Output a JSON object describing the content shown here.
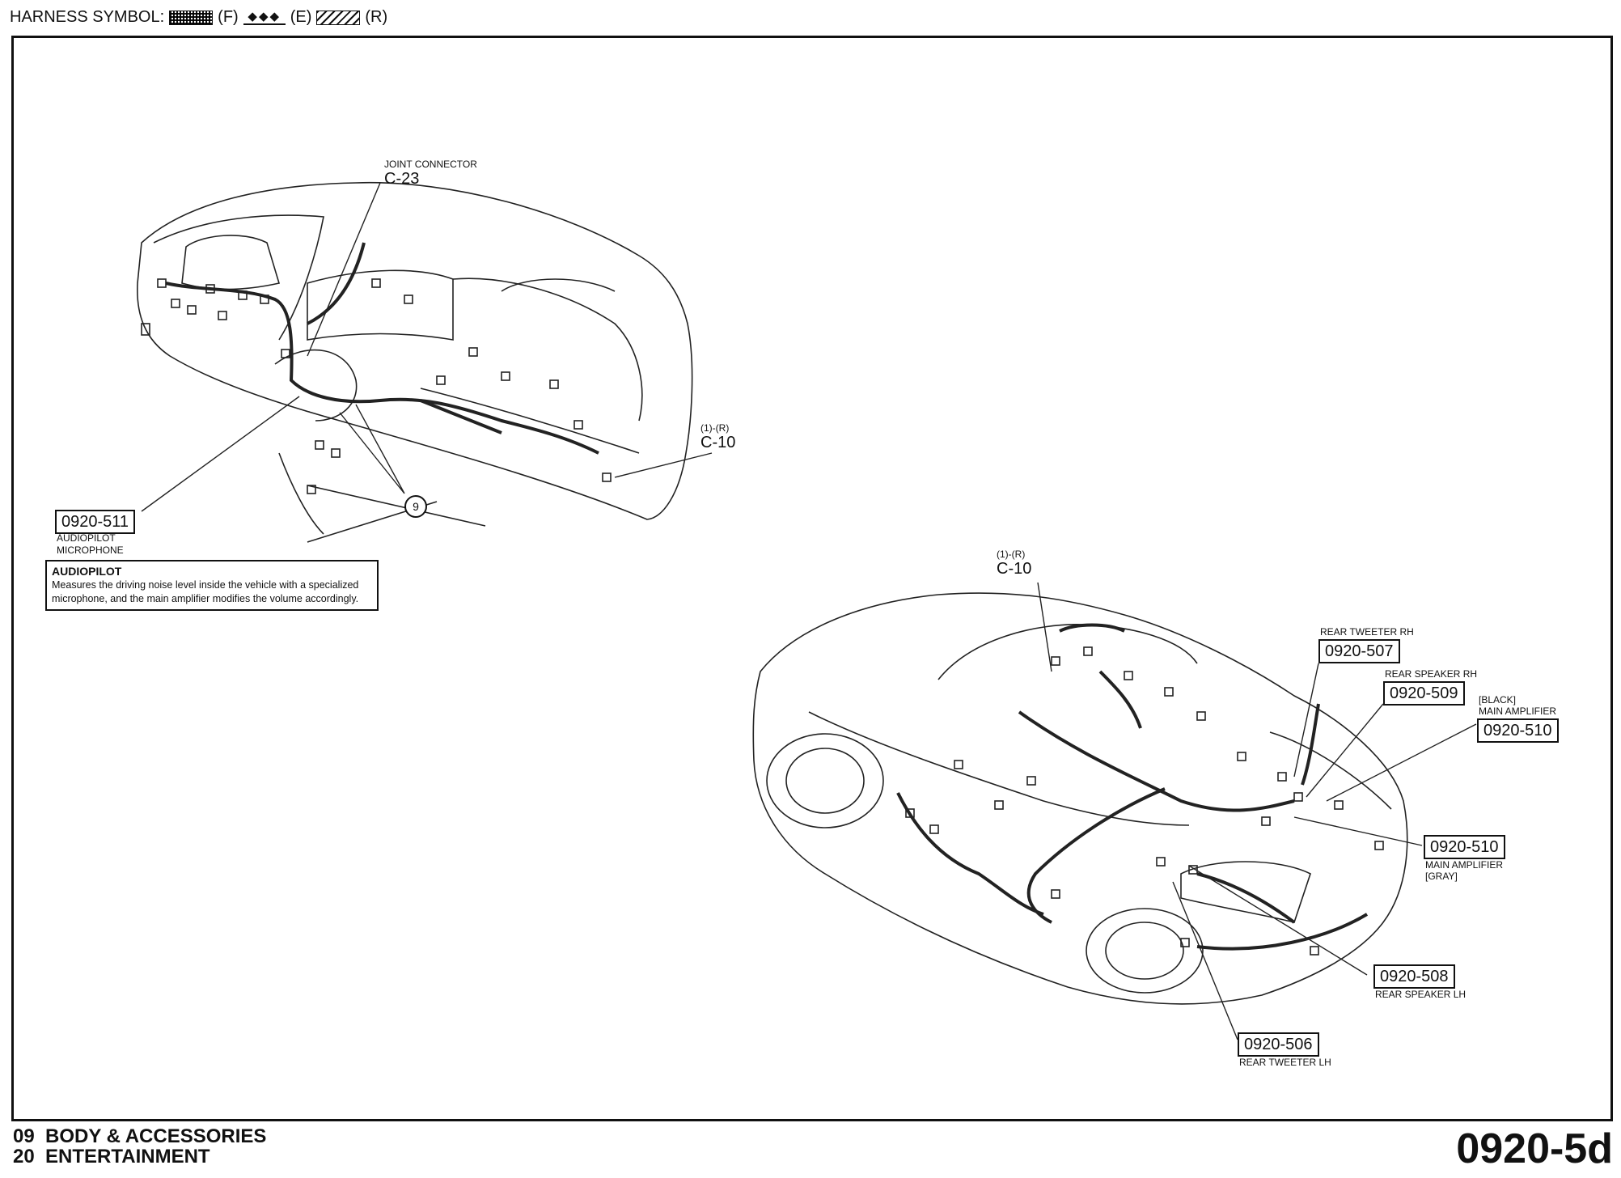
{
  "header": {
    "label": "HARNESS SYMBOL:",
    "symbols": [
      {
        "code": "(F)"
      },
      {
        "glyph": "◆◆◆",
        "code": "(E)"
      },
      {
        "code": "(R)"
      }
    ]
  },
  "dash_callouts": {
    "joint_connector": {
      "caption": "JOINT CONNECTOR",
      "code": "C-23"
    },
    "c10_top": {
      "caption": "(1)-(R)",
      "code": "C-10"
    },
    "ref_9": "9",
    "audiopilot_mic": {
      "code": "0920-511",
      "caption1": "AUDIOPILOT",
      "caption2": "MICROPHONE"
    }
  },
  "note": {
    "title": "AUDIOPILOT",
    "text": "Measures the driving noise level inside the vehicle with a specialized microphone, and the main amplifier modifies the volume accordingly."
  },
  "car_callouts": {
    "c10": {
      "caption": "(1)-(R)",
      "code": "C-10"
    },
    "rear_tweeter_rh": {
      "caption": "REAR TWEETER RH",
      "code": "0920-507"
    },
    "rear_speaker_rh": {
      "caption": "REAR SPEAKER RH",
      "code": "0920-509"
    },
    "main_amp_black": {
      "caption1": "[BLACK]",
      "caption2": "MAIN AMPLIFIER",
      "code": "0920-510"
    },
    "main_amp_gray": {
      "code": "0920-510",
      "caption1": "MAIN AMPLIFIER",
      "caption2": "[GRAY]"
    },
    "rear_speaker_lh": {
      "code": "0920-508",
      "caption": "REAR SPEAKER LH"
    },
    "rear_tweeter_lh": {
      "code": "0920-506",
      "caption": "REAR TWEETER LH"
    }
  },
  "footer": {
    "section_line1": "09  BODY & ACCESSORIES",
    "section_line2": "20  ENTERTAINMENT",
    "page_code": "0920-5d"
  }
}
